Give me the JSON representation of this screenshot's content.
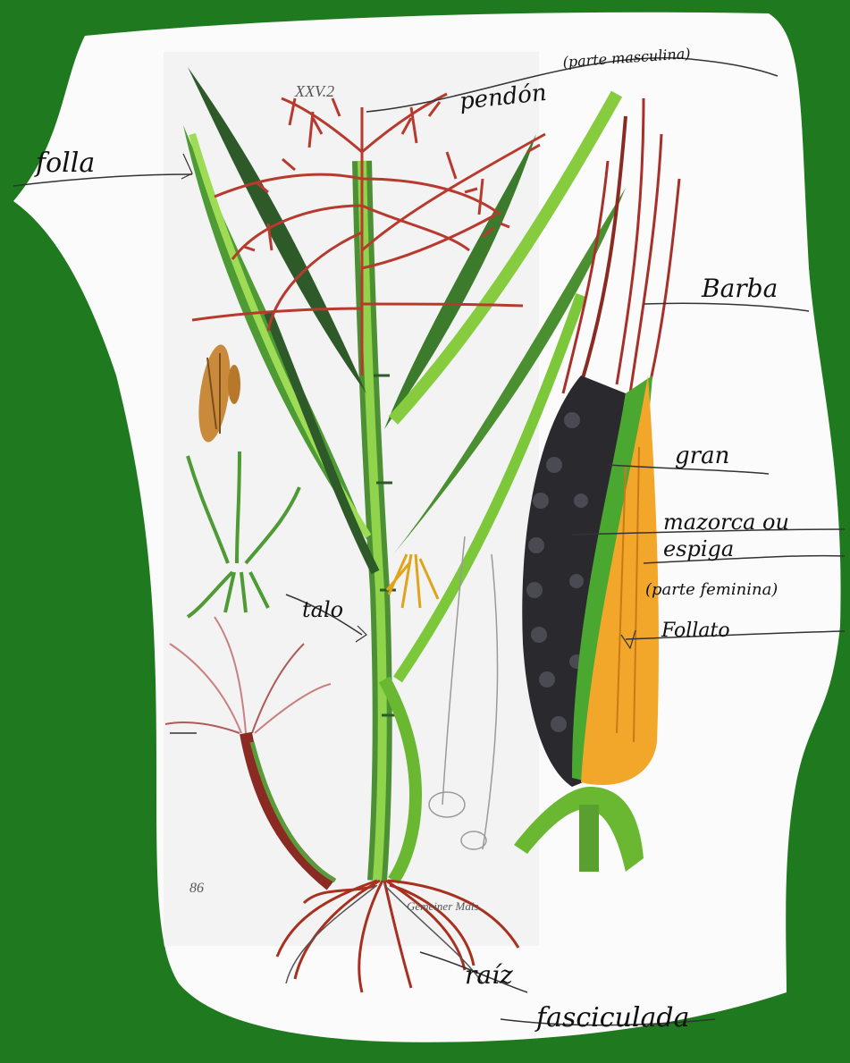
{
  "image": {
    "background_color": "#1f7a1f",
    "paper_color": "#fbfbfb"
  },
  "plate": {
    "number": "XXV.2",
    "page": "86",
    "caption": "Gemeiner Mais."
  },
  "labels": {
    "pendon": "pendón",
    "pendon_note": "(parte masculina)",
    "folla": "folla",
    "barba": "Barba",
    "gran": "gran",
    "mazorca_1": "mazorca ou",
    "mazorca_2": "espiga",
    "mazorca_note": "(parte feminina)",
    "talo": "talo",
    "follato": "Follato",
    "raiz_1": "raíz",
    "raiz_2": "fasciculada"
  },
  "colors": {
    "tassel": "#b83a2e",
    "leaf_light": "#7cc83a",
    "leaf_dark": "#2e5a2a",
    "husk": "#f2a62a",
    "kernels": "#2a2a2e",
    "roots": "#a8301f",
    "silk": "#8a2a22"
  }
}
